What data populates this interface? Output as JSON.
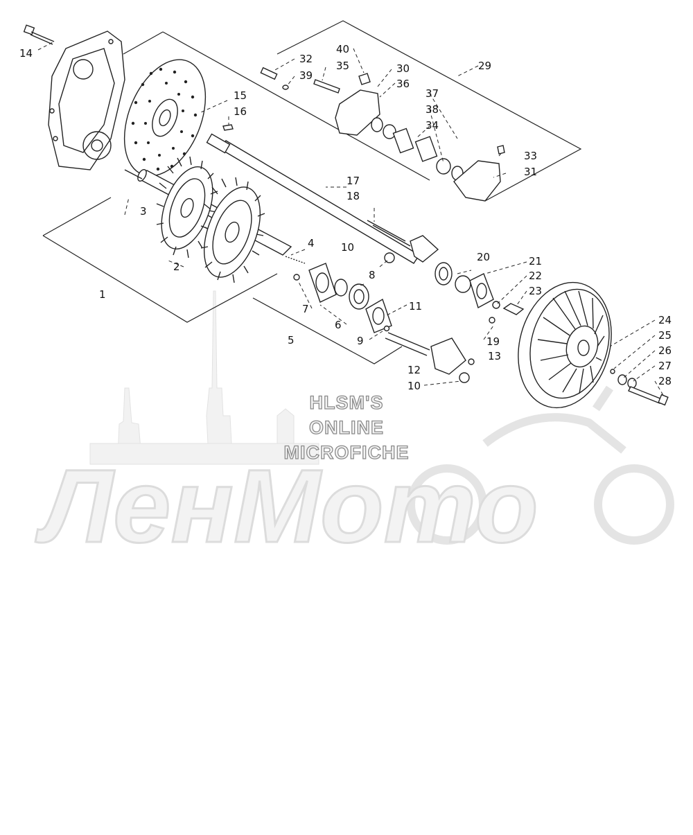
{
  "watermark": {
    "line1": "HLSM'S",
    "line2": "ONLINE",
    "line3": "MICROFICHE",
    "brand": "ЛенМото",
    "color": "#8a8a8a"
  },
  "callouts": [
    {
      "id": "c1",
      "text": "1"
    },
    {
      "id": "c2",
      "text": "2"
    },
    {
      "id": "c3",
      "text": "3"
    },
    {
      "id": "c4",
      "text": "4"
    },
    {
      "id": "c5",
      "text": "5"
    },
    {
      "id": "c6",
      "text": "6"
    },
    {
      "id": "c7",
      "text": "7"
    },
    {
      "id": "c8",
      "text": "8"
    },
    {
      "id": "c9",
      "text": "9"
    },
    {
      "id": "c10a",
      "text": "10"
    },
    {
      "id": "c10b",
      "text": "10"
    },
    {
      "id": "c11",
      "text": "11"
    },
    {
      "id": "c12",
      "text": "12"
    },
    {
      "id": "c13",
      "text": "13"
    },
    {
      "id": "c14",
      "text": "14"
    },
    {
      "id": "c15",
      "text": "15"
    },
    {
      "id": "c16",
      "text": "16"
    },
    {
      "id": "c17",
      "text": "17"
    },
    {
      "id": "c18",
      "text": "18"
    },
    {
      "id": "c19",
      "text": "19"
    },
    {
      "id": "c20",
      "text": "20"
    },
    {
      "id": "c21",
      "text": "21"
    },
    {
      "id": "c22",
      "text": "22"
    },
    {
      "id": "c23",
      "text": "23"
    },
    {
      "id": "c24",
      "text": "24"
    },
    {
      "id": "c25",
      "text": "25"
    },
    {
      "id": "c26",
      "text": "26"
    },
    {
      "id": "c27",
      "text": "27"
    },
    {
      "id": "c28",
      "text": "28"
    },
    {
      "id": "c29",
      "text": "29"
    },
    {
      "id": "c30",
      "text": "30"
    },
    {
      "id": "c31",
      "text": "31"
    },
    {
      "id": "c32",
      "text": "32"
    },
    {
      "id": "c33",
      "text": "33"
    },
    {
      "id": "c34",
      "text": "34"
    },
    {
      "id": "c35",
      "text": "35"
    },
    {
      "id": "c36",
      "text": "36"
    },
    {
      "id": "c37",
      "text": "37"
    },
    {
      "id": "c38",
      "text": "38"
    },
    {
      "id": "c39",
      "text": "39"
    },
    {
      "id": "c40",
      "text": "40"
    }
  ]
}
